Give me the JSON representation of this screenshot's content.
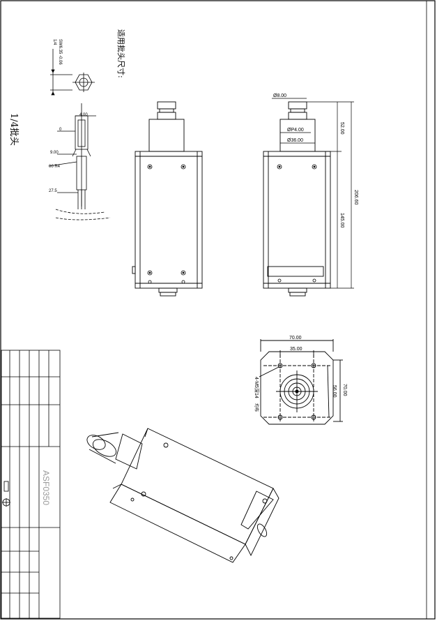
{
  "labels": {
    "hex_note": "适用批头尺寸:",
    "bit_title": "1/4批头",
    "hex_spec_a": "SW6.35 -0.06",
    "hex_spec_b": "1/4",
    "bit_dim_top": "4.00",
    "bit_dim_0": "0",
    "bit_dim_9": "9.00",
    "bit_dim_00": "00 R4",
    "bit_dim_275": "27.5",
    "dim_d8": "Ø8.00",
    "dim_d4": "ØP4.00",
    "dim_d36": "Ø36.00",
    "dim_52": "52.00",
    "dim_145": "145.00",
    "dim_206": "206.60",
    "dim_70_top": "70.00",
    "dim_35": "35.00",
    "dim_70_side": "70.00",
    "dim_56": "56.00",
    "holes": "4-M5深14",
    "holes_suffix": "均布",
    "drawing_no": "ASF0350"
  },
  "colors": {
    "line": "#000000",
    "faint": "#9a9a9a"
  }
}
